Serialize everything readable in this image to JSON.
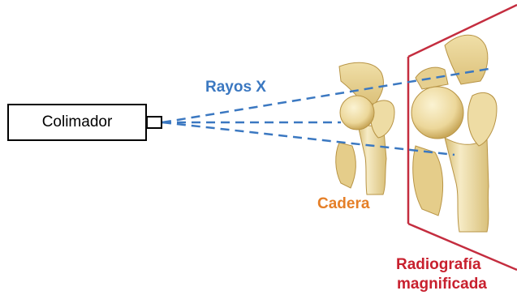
{
  "collimator": {
    "label": "Colimador",
    "icon": "collimator-box"
  },
  "beam": {
    "label": "Rayos X",
    "color": "#3b78c1"
  },
  "hip": {
    "label": "Cadera",
    "color": "#e57f27"
  },
  "radiograph": {
    "line1": "Radiografía",
    "line2": "magnificada",
    "color": "#c8202e"
  },
  "colors": {
    "bone_fill": "#f3e6b8",
    "bone_shadow": "#d6bb6f",
    "bone_outline": "#b89445",
    "plate_frame": "#c42d3f"
  }
}
